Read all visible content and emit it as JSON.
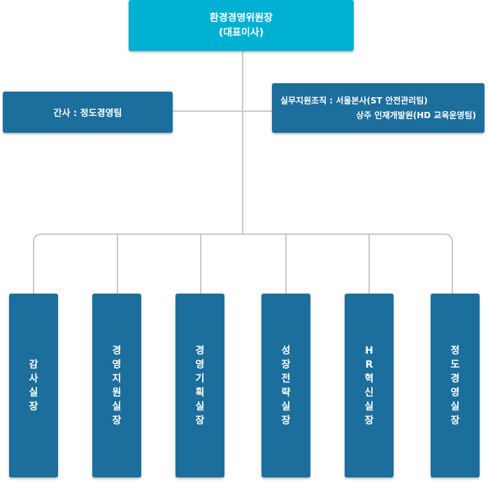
{
  "root": {
    "title": "환경경영위원장",
    "subtitle": "(대표이사)"
  },
  "secretary": {
    "label": "간사 : 정도경영팀"
  },
  "support": {
    "line1": "실무지원조직 : 서울본사(ST 안전관리팀)",
    "line2": "상주 인재개발원(HD 교육운영팀)"
  },
  "departments": [
    {
      "label": "감\n사\n실\n장"
    },
    {
      "label": "경\n영\n지\n원\n실\n장"
    },
    {
      "label": "경\n영\n기\n획\n실\n장"
    },
    {
      "label": "성\n장\n전\n략\n실\n장"
    },
    {
      "label": "H\nR\n혁\n신\n실\n장"
    },
    {
      "label": "정\n도\n경\n영\n실\n장"
    }
  ],
  "colors": {
    "root": "#00b0d2",
    "box": "#1c6e9c",
    "connector": "#c8c8c8"
  }
}
